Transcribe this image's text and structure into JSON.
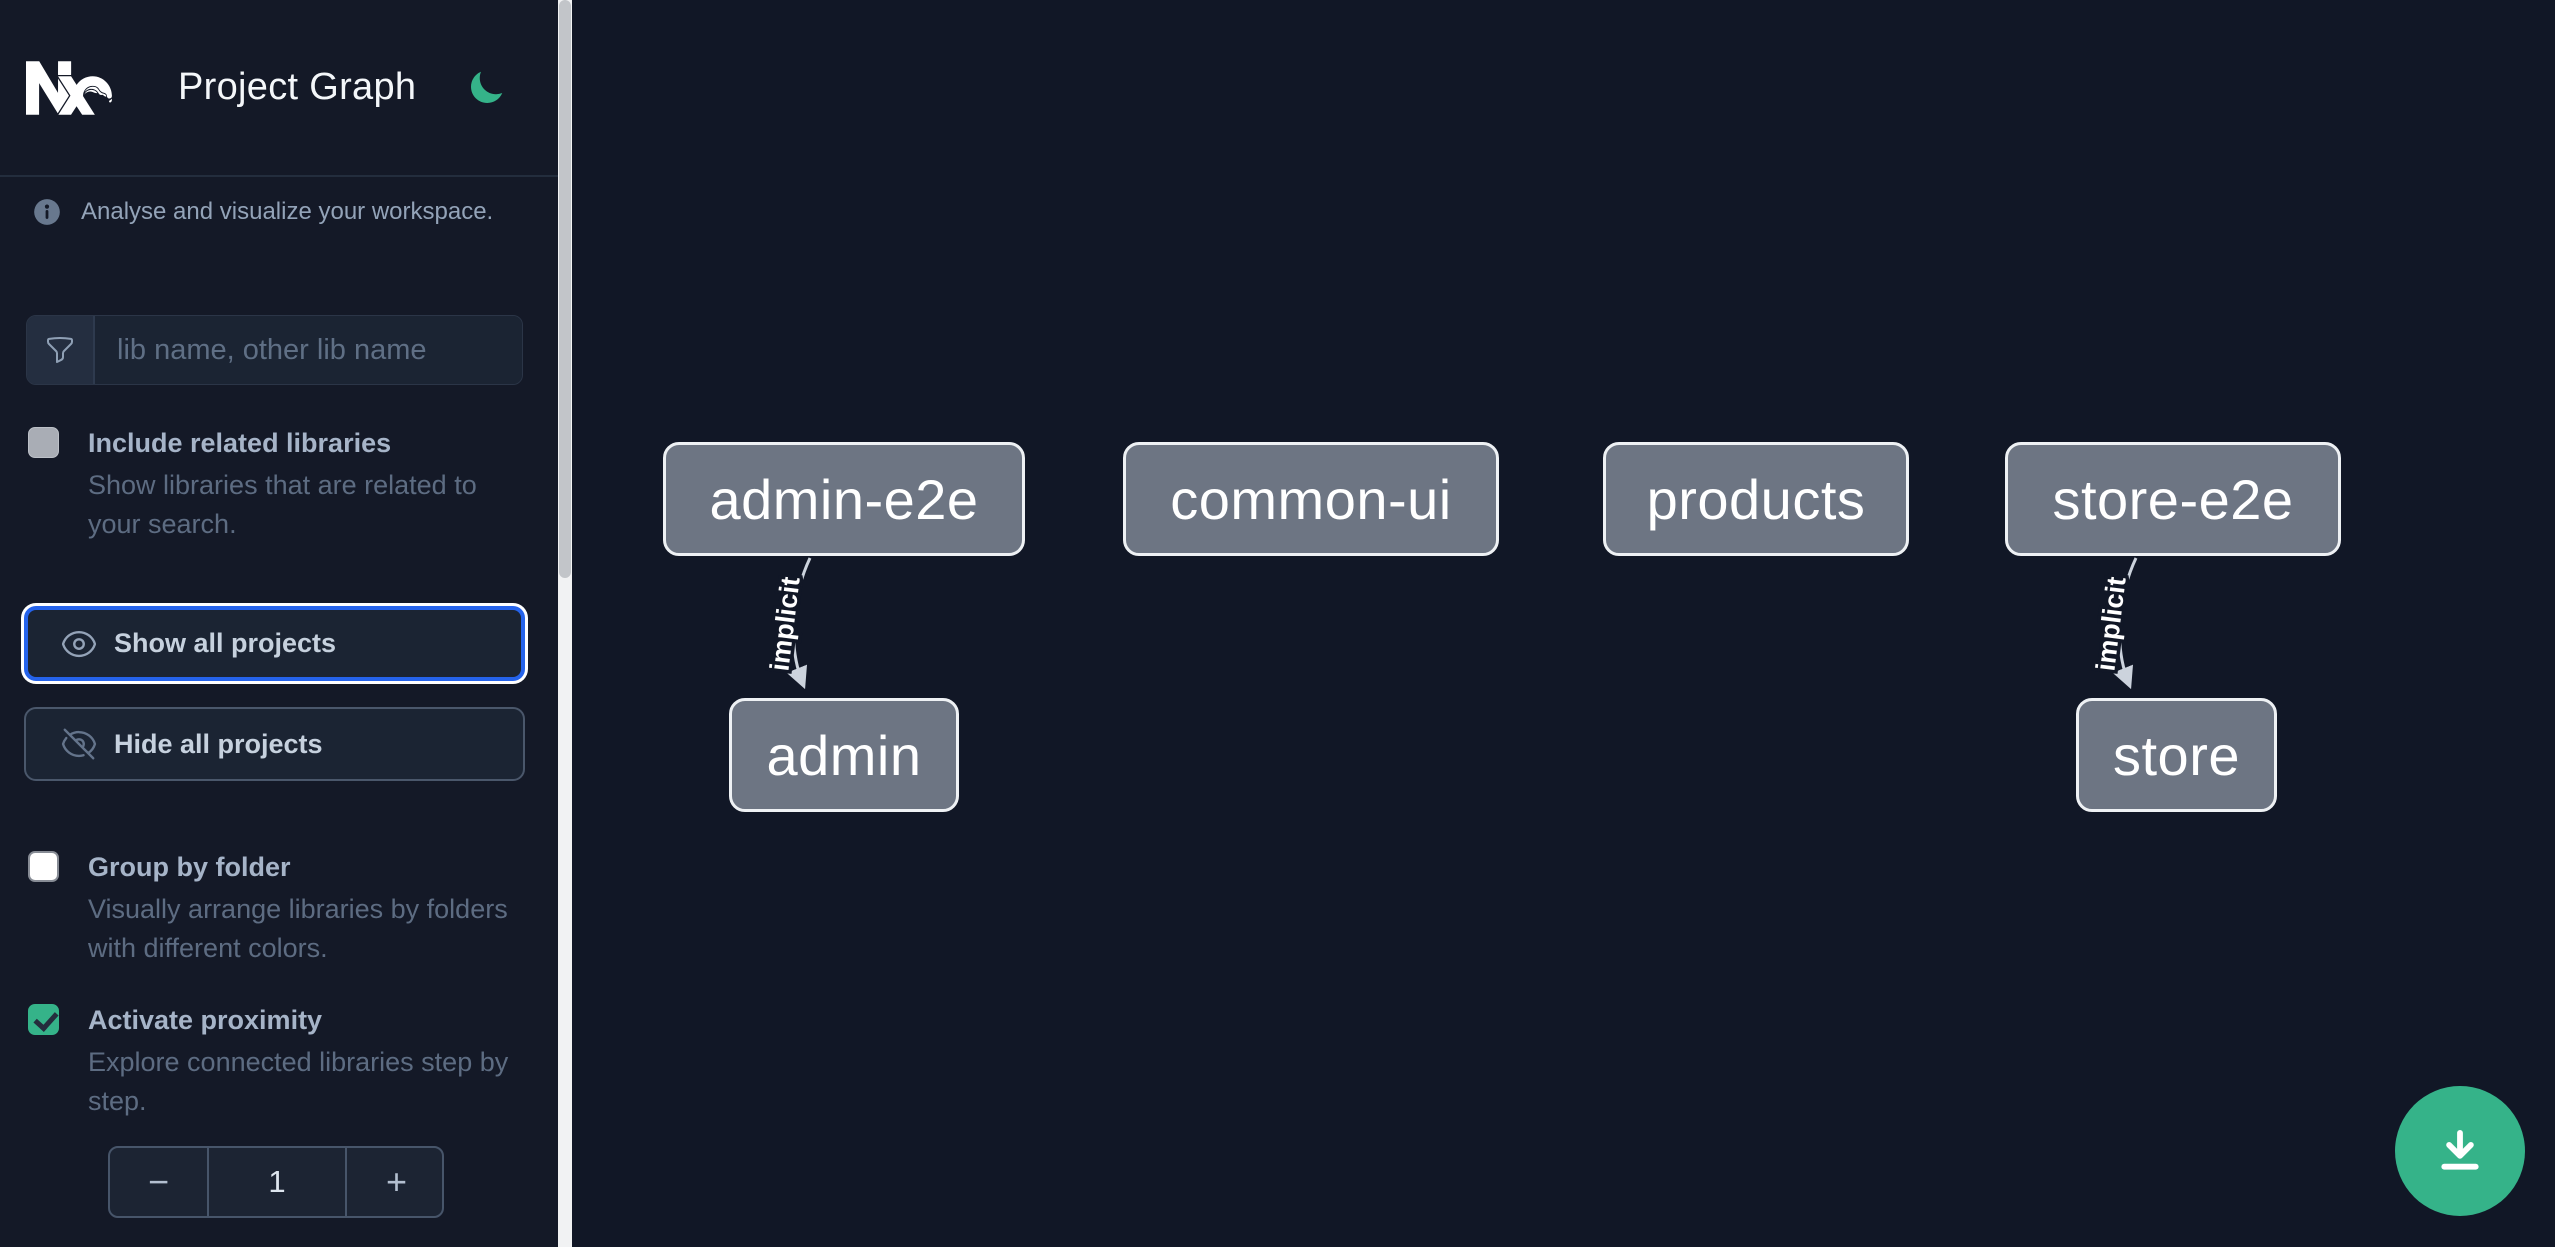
{
  "header": {
    "title": "Project Graph"
  },
  "info": {
    "text": "Analyse and visualize your workspace."
  },
  "filter": {
    "placeholder": "lib name, other lib name"
  },
  "options": [
    {
      "label": "Include related libraries",
      "description": "Show libraries that are related to your search.",
      "checked": false
    },
    {
      "label": "Group by folder",
      "description": "Visually arrange libraries by folders with different colors.",
      "checked": false
    },
    {
      "label": "Activate proximity",
      "description": "Explore connected libraries step by step.",
      "checked": true
    }
  ],
  "actions": {
    "show_all": {
      "label": "Show all projects",
      "icon": "eye-icon",
      "focused": true
    },
    "hide_all": {
      "label": "Hide all projects",
      "icon": "eye-slash-icon",
      "focused": false
    }
  },
  "proximity_stepper": {
    "decrement": "−",
    "value": "1",
    "increment": "+"
  },
  "graph": {
    "nodes": [
      {
        "label": "admin-e2e"
      },
      {
        "label": "common-ui"
      },
      {
        "label": "products"
      },
      {
        "label": "store-e2e"
      },
      {
        "label": "admin"
      },
      {
        "label": "store"
      }
    ],
    "edges": [
      {
        "from": "admin-e2e",
        "to": "admin",
        "label": "implicit"
      },
      {
        "from": "store-e2e",
        "to": "store",
        "label": "implicit"
      }
    ]
  },
  "fab": {
    "icon": "download-icon"
  },
  "colors": {
    "accent_green": "#35b389",
    "focus_blue": "#2563eb",
    "sidebar_bg": "#141927",
    "canvas_bg": "#111726",
    "node_fill": "#6d7583",
    "node_border": "#eef1f4",
    "edge": "#ccd3dd"
  }
}
